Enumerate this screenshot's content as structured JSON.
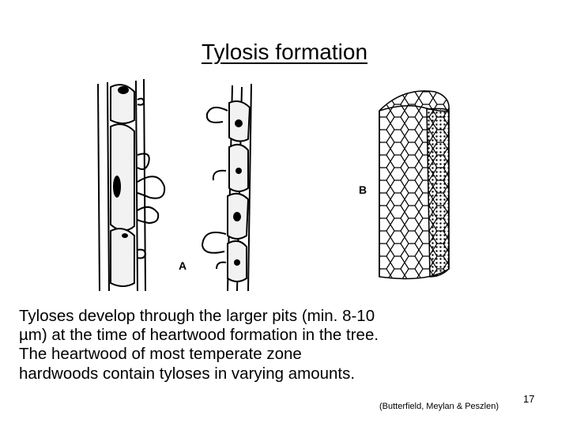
{
  "slide": {
    "title": "Tylosis formation",
    "figure_labels": {
      "a": "A",
      "b": "B"
    },
    "body_lines": [
      "Tyloses develop through the larger pits (min. 8-10",
      "µm) at the time of heartwood formation in the tree.",
      "The heartwood of most temperate zone",
      "hardwoods contain tyloses in varying amounts."
    ],
    "citation": "(Butterfield, Meylan & Peszlen)",
    "page_number": "17"
  }
}
